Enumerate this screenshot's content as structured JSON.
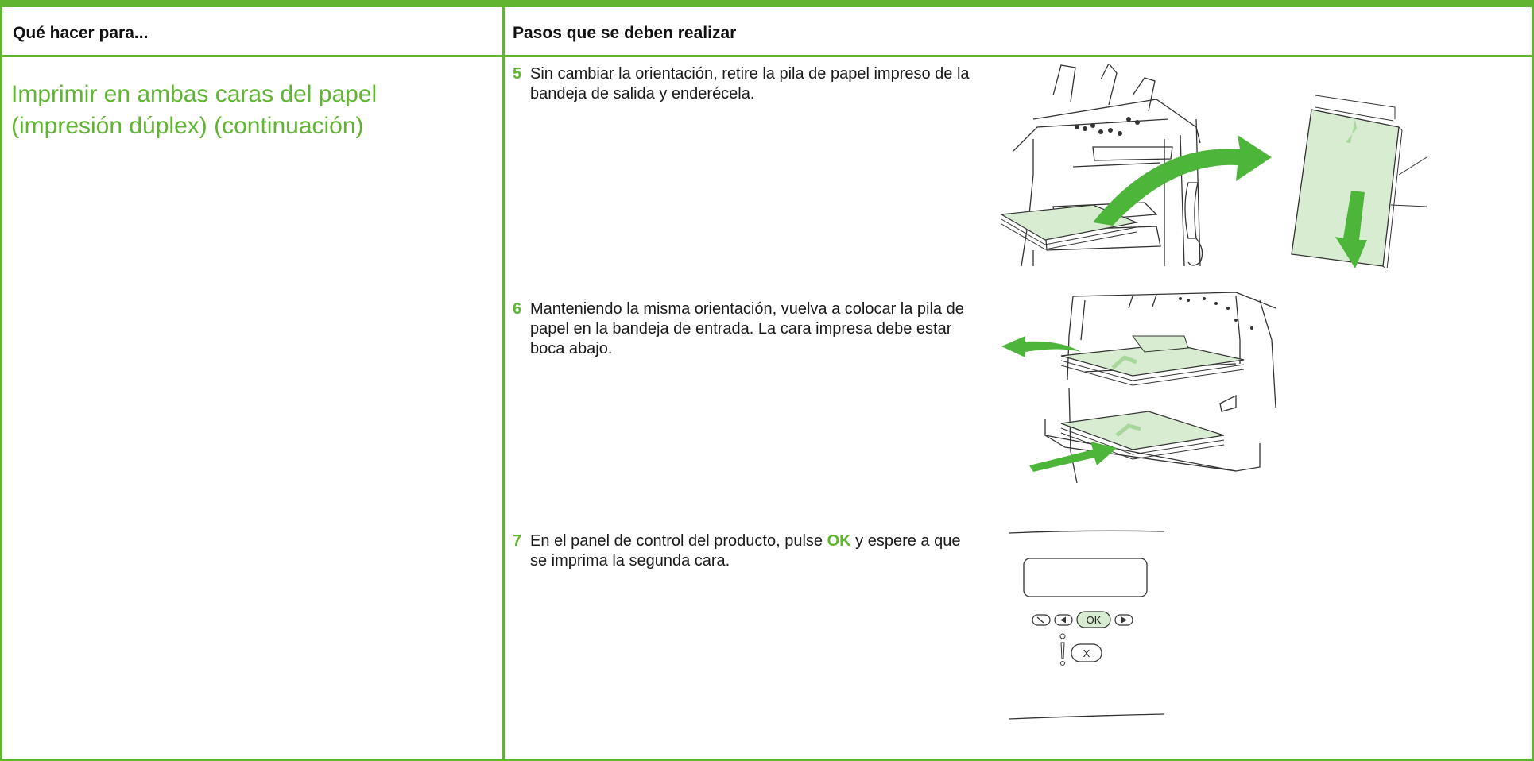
{
  "table": {
    "header_left": "Qué hacer para...",
    "header_right": "Pasos que se deben realizar",
    "task_title": "Imprimir en ambas caras del papel (impresión dúplex) (continuación)"
  },
  "steps": [
    {
      "number": "5",
      "text": "Sin cambiar la orientación, retire la pila de papel impreso de la bandeja de salida y enderécela."
    },
    {
      "number": "6",
      "text": "Manteniendo la misma orientación, vuelva a colocar la pila de papel en la bandeja de entrada. La cara impresa debe estar boca abajo."
    },
    {
      "number": "7",
      "text_before": "En el panel de control del producto, pulse ",
      "text_emphasis": "OK",
      "text_after": " y espere a que se imprima la segunda cara."
    }
  ],
  "control_panel": {
    "ok_button_label": "OK",
    "cancel_button_label": "X"
  },
  "colors": {
    "accent": "#5fb52f",
    "paper_fill": "#d8ecd2",
    "arrow_green": "#4db53a"
  },
  "icons": [
    "printer-illustration",
    "paper-stack-illustration",
    "arrow-icon",
    "wrench-icon",
    "left-arrow-icon",
    "right-arrow-icon",
    "attention-icon",
    "cancel-icon"
  ]
}
